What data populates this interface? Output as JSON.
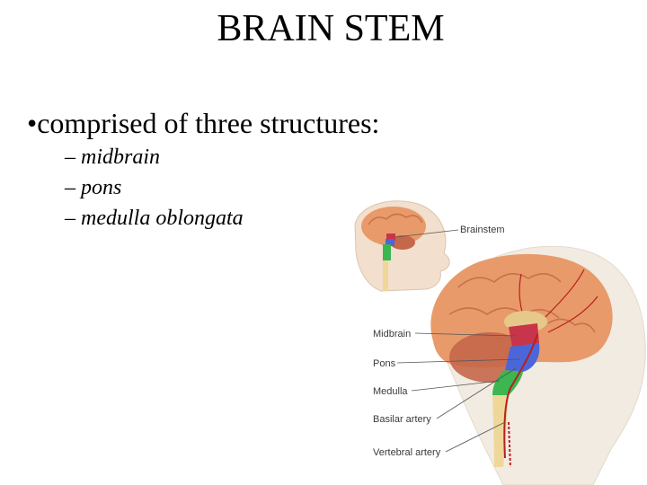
{
  "slide": {
    "title": "BRAIN STEM",
    "bullet": "comprised of three structures:",
    "bullet_symbol": "•",
    "sub_items": [
      {
        "dash": "–",
        "text": "midbrain"
      },
      {
        "dash": "–",
        "text": "pons"
      },
      {
        "dash": "–",
        "text": "medulla oblongata"
      }
    ]
  },
  "figure": {
    "labels": {
      "brainstem": "Brainstem",
      "midbrain": "Midbrain",
      "pons": "Pons",
      "medulla": "Medulla",
      "basilar_artery": "Basilar artery",
      "vertebral_artery": "Vertebral artery"
    },
    "colors": {
      "cerebrum": "#e89a6a",
      "cerebellum": "#c5674a",
      "midbrain": "#c8344a",
      "pons": "#4b66d9",
      "medulla": "#3cb650",
      "spinal_cord": "#efd79a",
      "artery": "#b8201e",
      "skin": "#f1dcc8",
      "skull": "#efe8dd"
    }
  }
}
